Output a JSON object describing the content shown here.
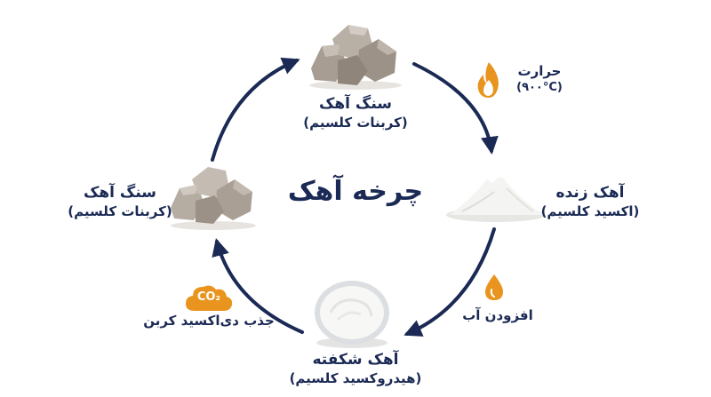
{
  "title": "چرخه آهک",
  "stages": {
    "top": {
      "name": "سنگ آهک",
      "formula": "(کربنات کلسیم)"
    },
    "right": {
      "name": "آهک زنده",
      "formula": "(اکسید کلسیم)"
    },
    "bottom": {
      "name": "آهک شکفته",
      "formula": "(هیدروکسید کلسیم)"
    },
    "left": {
      "name": "سنگ آهک",
      "formula": "(کربنات کلسیم)"
    }
  },
  "steps": {
    "heat": {
      "label": "حرارت",
      "detail": "(۹۰۰°C)",
      "icon": "flame-icon"
    },
    "water": {
      "label": "افزودن آب",
      "icon": "water-drop-icon"
    },
    "co2": {
      "label": "جذب دی‌اکسید کربن",
      "badge": "CO₂",
      "icon": "co2-cloud-icon"
    }
  },
  "colors": {
    "arrow": "#1b2a55",
    "text": "#1b2a55",
    "accent": "#e8941e",
    "rock": "#a79d92",
    "powder": "#f4f4f2"
  }
}
